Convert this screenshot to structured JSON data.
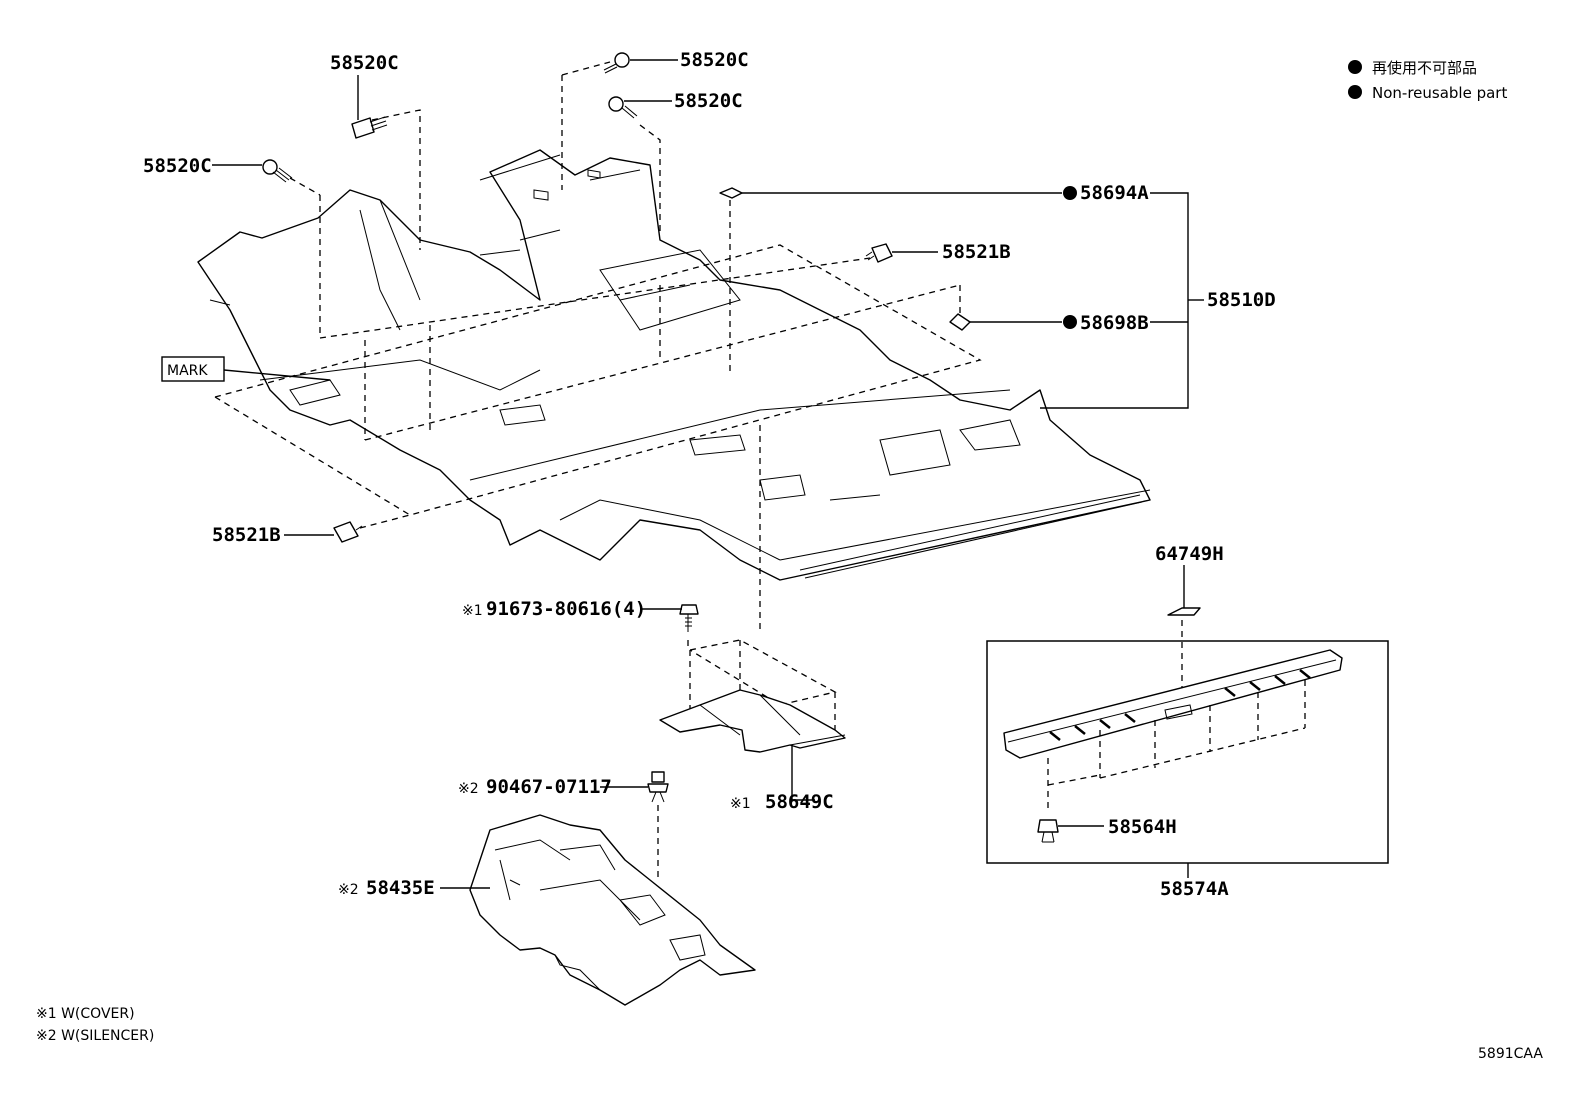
{
  "legend": {
    "line_jp": "再使用不可部品",
    "line_en": "Non-reusable part"
  },
  "mark_label": "MARK",
  "callouts": {
    "c_58520C_a": "58520C",
    "c_58520C_b": "58520C",
    "c_58520C_c": "58520C",
    "c_58520C_d": "58520C",
    "c_58694A": "58694A",
    "c_58521B_a": "58521B",
    "c_58698B": "58698B",
    "c_58510D": "58510D",
    "c_58521B_b": "58521B",
    "c_91673": "91673-80616(4)",
    "c_91673_prefix": "※1",
    "c_58649C": "58649C",
    "c_58649C_prefix": "※1",
    "c_90467": "90467-07117",
    "c_90467_prefix": "※2",
    "c_58435E": "58435E",
    "c_58435E_prefix": "※2",
    "c_64749H": "64749H",
    "c_58564H": "58564H",
    "c_58574A": "58574A"
  },
  "notes": {
    "note1": "※1 W(COVER)",
    "note2": "※2 W(SILENCER)"
  },
  "figure_code": "5891CAA"
}
